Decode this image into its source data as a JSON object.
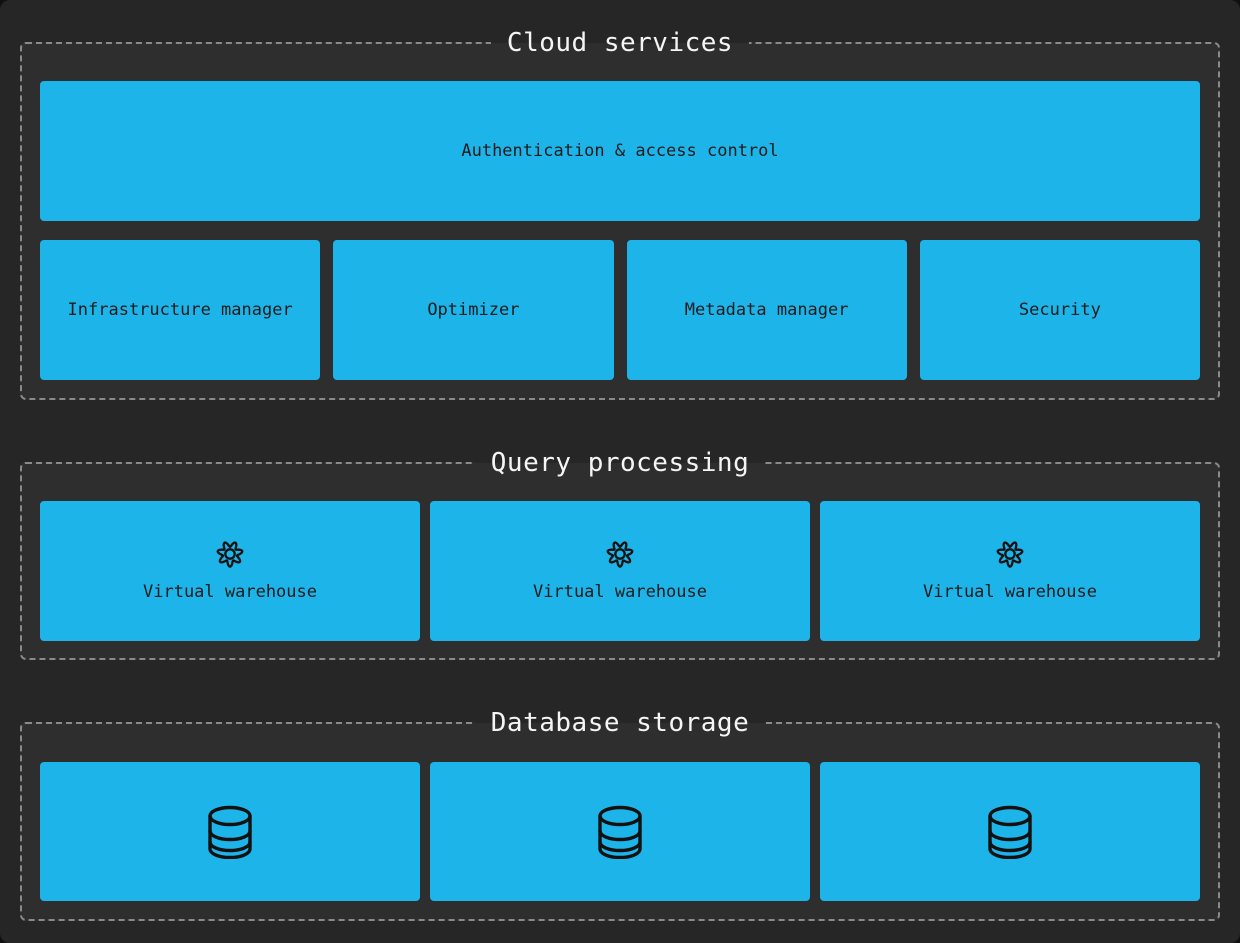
{
  "colors": {
    "page_bg": "#262626",
    "section_bg": "#2e2e2e",
    "accent": "#1db4e9",
    "border": "#8a8a8a",
    "title": "#f5f5f5",
    "box_text": "#1c1c1c",
    "icon_stroke": "#111111"
  },
  "sections": [
    {
      "title": "Cloud services",
      "wide_box": {
        "label": "Authentication & access control"
      },
      "boxes": [
        {
          "label": "Infrastructure manager"
        },
        {
          "label": "Optimizer"
        },
        {
          "label": "Metadata manager"
        },
        {
          "label": "Security"
        }
      ]
    },
    {
      "title": "Query processing",
      "boxes": [
        {
          "label": "Virtual warehouse",
          "icon": "gear-icon"
        },
        {
          "label": "Virtual warehouse",
          "icon": "gear-icon"
        },
        {
          "label": "Virtual warehouse",
          "icon": "gear-icon"
        }
      ]
    },
    {
      "title": "Database storage",
      "boxes": [
        {
          "icon": "database-icon"
        },
        {
          "icon": "database-icon"
        },
        {
          "icon": "database-icon"
        }
      ]
    }
  ]
}
